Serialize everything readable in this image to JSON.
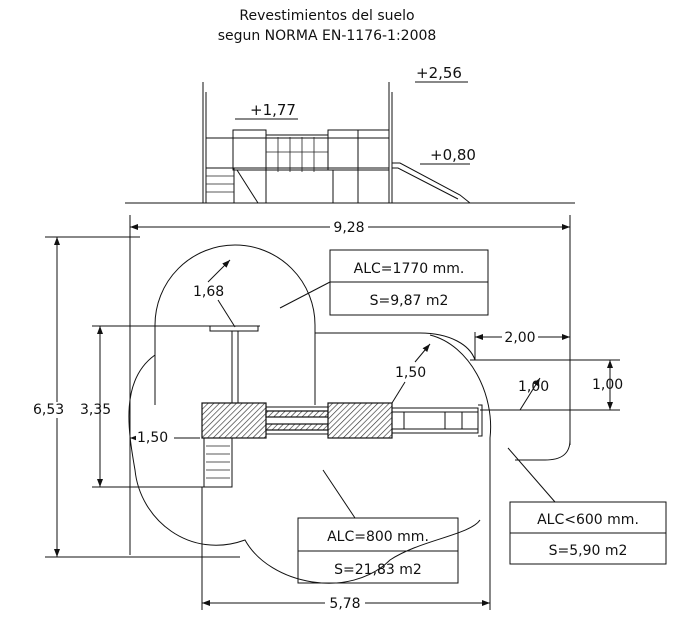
{
  "title": {
    "line1": "Revestimientos del suelo",
    "line2": "segun NORMA EN-1176-1:2008"
  },
  "elevation": {
    "heights": [
      "+2,56",
      "+1,77",
      "+0,80"
    ]
  },
  "dimensions": {
    "total_width": "9,28",
    "total_depth": "6,53",
    "inner_depth": "3,35",
    "base_width": "5,78",
    "right_extent": "2,00",
    "right_offset_h": "1,00",
    "right_offset_v": "1,00",
    "radius_top": "1,68",
    "radius_mid": "1,50",
    "left_offset": "1,50"
  },
  "zones": [
    {
      "alc": "ALC=1770  mm.",
      "area": "S=9,87  m2"
    },
    {
      "alc": "ALC=800  mm.",
      "area": "S=21,83  m2"
    },
    {
      "alc": "ALC<600  mm.",
      "area": "S=5,90  m2"
    }
  ]
}
